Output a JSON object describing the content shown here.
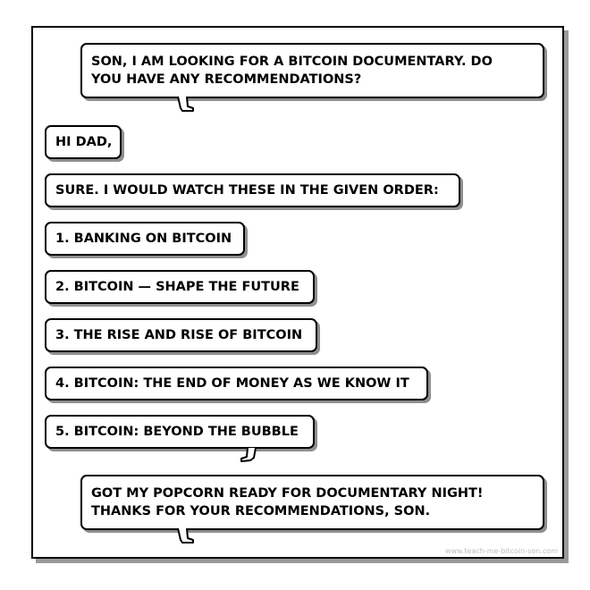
{
  "comic": {
    "dad_message_1": {
      "line1": "SON, I AM LOOKING FOR A BITCOIN DOCUMENTARY. DO",
      "line2": "YOU HAVE ANY RECOMMENDATIONS?"
    },
    "son_greeting": "HI DAD,",
    "son_intro": "SURE. I WOULD WATCH THESE IN THE GIVEN ORDER:",
    "recommendations": [
      "1. BANKING ON BITCOIN",
      "2. BITCOIN — SHAPE THE FUTURE",
      "3. THE RISE AND RISE OF BITCOIN",
      "4. BITCOIN: THE END OF MONEY AS WE KNOW IT",
      "5. BITCOIN: BEYOND THE BUBBLE"
    ],
    "dad_message_2": {
      "line1": "GOT MY POPCORN READY FOR DOCUMENTARY NIGHT!",
      "line2": "THANKS FOR YOUR RECOMMENDATIONS, SON."
    },
    "watermark": "www.teach-me-bitcoin-son.com"
  },
  "colors": {
    "border": "#000000",
    "shadow": "#8f8f8f",
    "background": "#ffffff",
    "watermark": "#bdbdbd"
  }
}
